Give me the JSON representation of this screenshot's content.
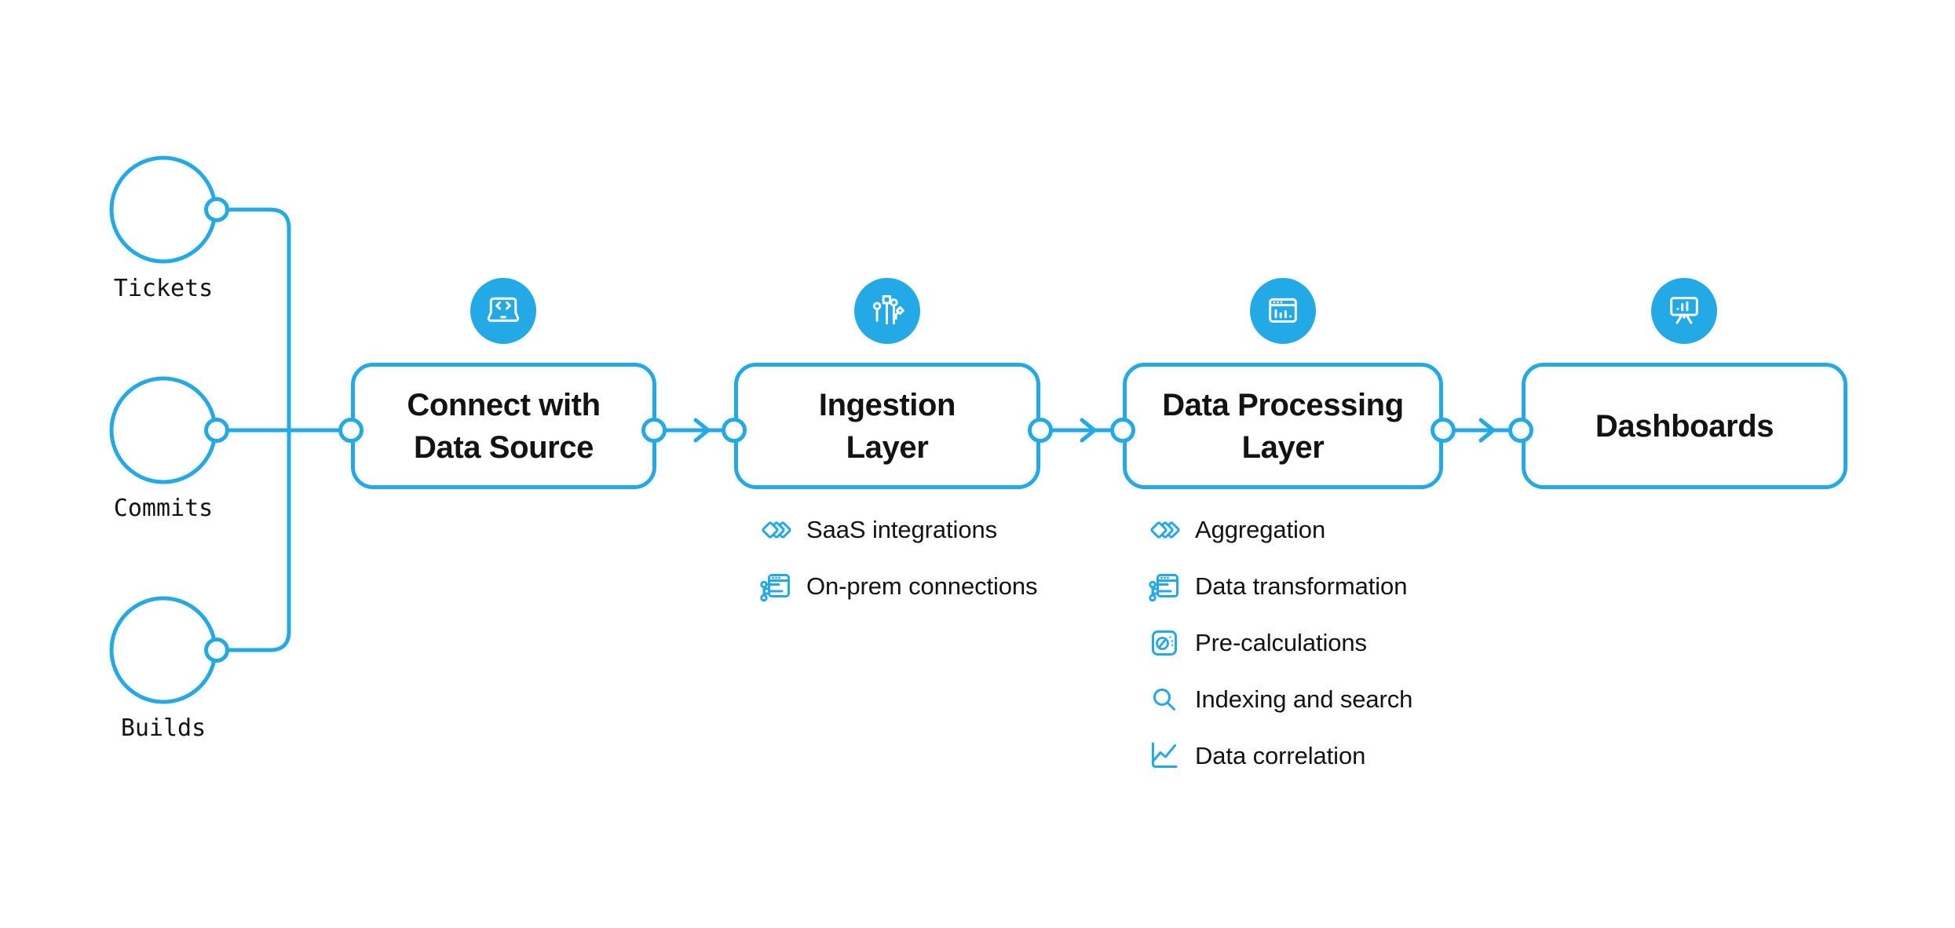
{
  "colors": {
    "accent": "#23A9E6",
    "ink": "#131313",
    "jira_blue": "#2684FF",
    "jira_dark": "#1B63D4",
    "github_black": "#191717",
    "jenkins_red": "#D33833"
  },
  "sources": [
    {
      "label": "Tickets",
      "icon": "jira-icon"
    },
    {
      "label": "Commits",
      "icon": "github-icon"
    },
    {
      "label": "Builds",
      "icon": "jenkins-icon"
    }
  ],
  "stages": [
    {
      "line1": "Connect with",
      "line2": "Data Source",
      "icon": "laptop-code-icon"
    },
    {
      "line1": "Ingestion",
      "line2": "Layer",
      "icon": "circuit-branches-icon"
    },
    {
      "line1": "Data Processing",
      "line2": "Layer",
      "icon": "app-window-chart-icon"
    },
    {
      "line1": "Dashboards",
      "line2": "",
      "icon": "presentation-chart-icon"
    }
  ],
  "ingestion_features": [
    {
      "label": "SaaS integrations",
      "icon": "stacked-diamonds-icon"
    },
    {
      "label": "On-prem connections",
      "icon": "server-window-icon"
    }
  ],
  "processing_features": [
    {
      "label": "Aggregation",
      "icon": "stacked-diamonds-icon"
    },
    {
      "label": "Data transformation",
      "icon": "server-window-icon"
    },
    {
      "label": "Pre-calculations",
      "icon": "gauge-icon"
    },
    {
      "label": "Indexing and search",
      "icon": "search-icon"
    },
    {
      "label": "Data correlation",
      "icon": "line-chart-icon"
    }
  ]
}
